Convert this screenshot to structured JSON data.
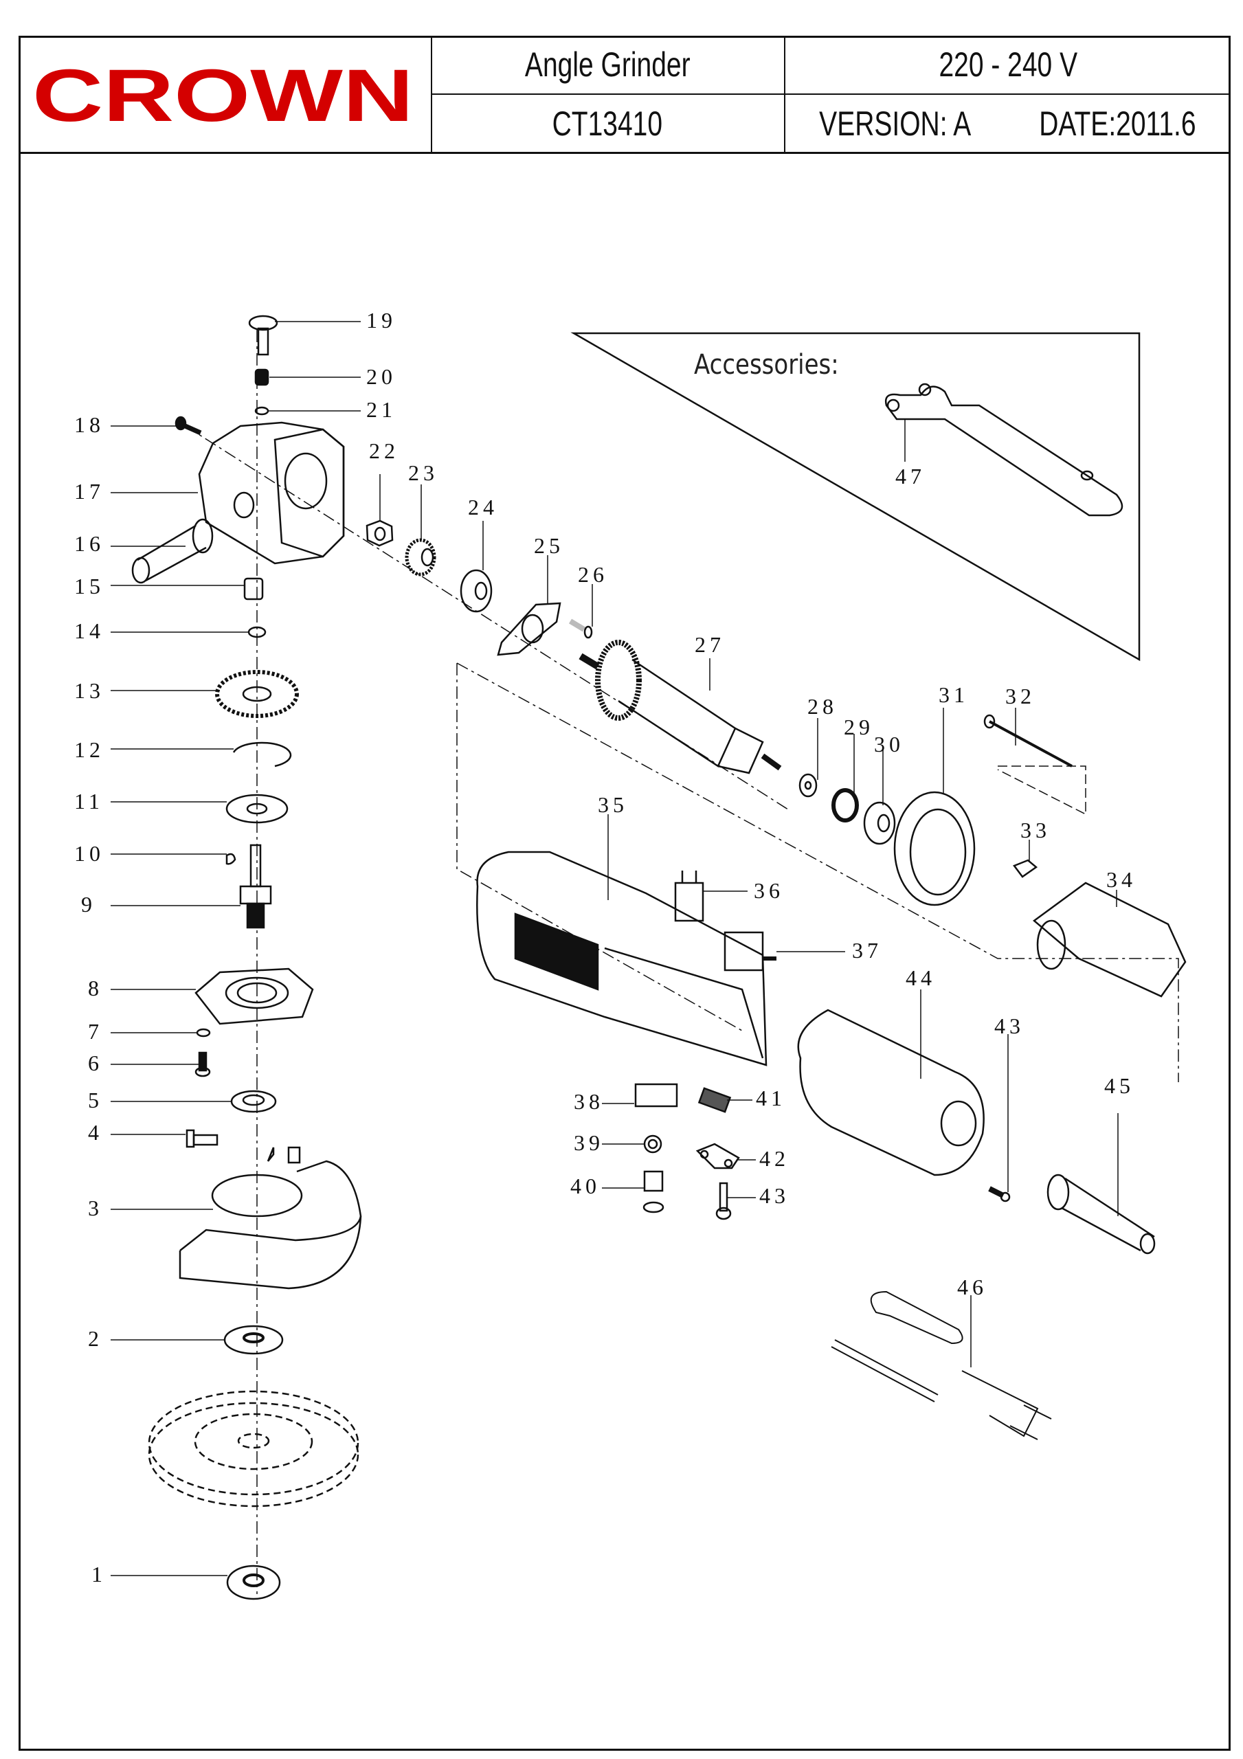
{
  "header": {
    "brand": "CROWN",
    "product_name": "Angle Grinder",
    "model": "CT13410",
    "voltage": "220 - 240 V",
    "version": "VERSION: A",
    "date": "DATE:2011.6"
  },
  "colors": {
    "brand_red": "#d40000",
    "line": "#111111"
  },
  "accessories": {
    "title": "Accessories:"
  },
  "part_labels": [
    "1",
    "2",
    "3",
    "4",
    "5",
    "6",
    "7",
    "8",
    "9",
    "10",
    "11",
    "12",
    "13",
    "14",
    "15",
    "16",
    "17",
    "18",
    "19",
    "20",
    "21",
    "22",
    "23",
    "24",
    "25",
    "26",
    "27",
    "28",
    "29",
    "30",
    "31",
    "32",
    "33",
    "34",
    "35",
    "36",
    "37",
    "38",
    "39",
    "40",
    "41",
    "42",
    "43",
    "44",
    "45",
    "46",
    "47"
  ],
  "extra_labels": {
    "second_43": "43"
  }
}
